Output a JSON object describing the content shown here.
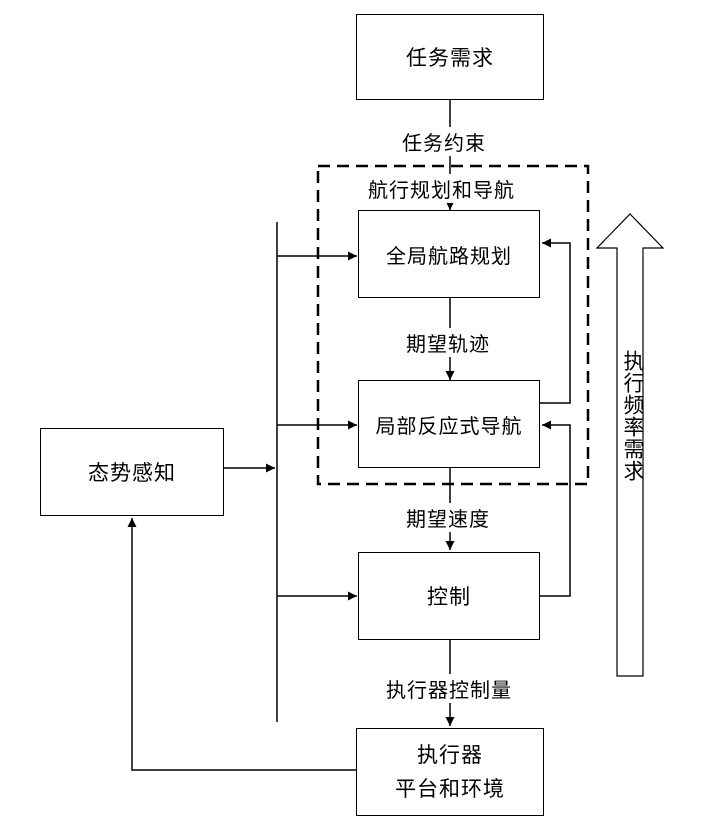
{
  "nodes": {
    "task_requirement": "任务需求",
    "global_planning": "全局航路规划",
    "local_navigation": "局部反应式导航",
    "control": "控制",
    "situation_awareness": "态势感知",
    "actuator_line1": "执行器",
    "actuator_line2": "平台和环境"
  },
  "group": {
    "title": "航行规划和导航"
  },
  "edges": {
    "task_constraint": "任务约束",
    "expected_trajectory": "期望轨迹",
    "expected_velocity": "期望速度",
    "actuator_control": "执行器控制量"
  },
  "side_arrow": {
    "label": "执行频率需求"
  }
}
